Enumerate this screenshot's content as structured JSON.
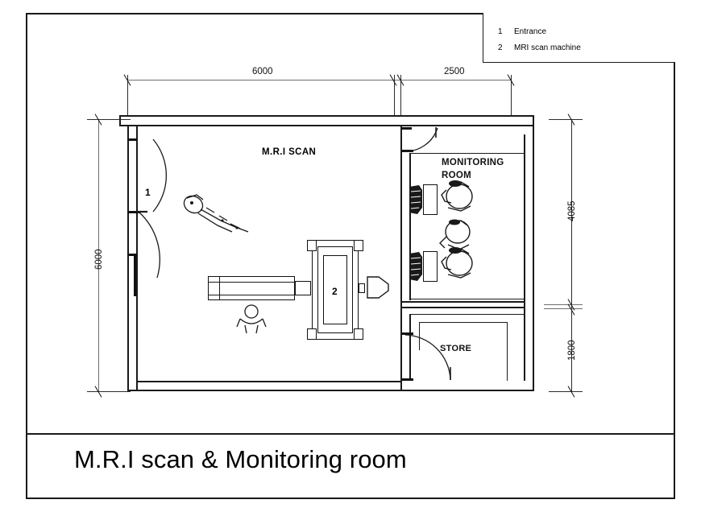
{
  "drawing": {
    "title": "M.R.I scan & Monitoring room",
    "type": "architectural-floor-plan"
  },
  "legend": {
    "items": [
      {
        "num": "1",
        "label": "Entrance"
      },
      {
        "num": "2",
        "label": "MRI scan machine"
      }
    ]
  },
  "dimensions": {
    "top": [
      {
        "value": "6000",
        "span": "m-r-i-scan-room-width"
      },
      {
        "value": "2500",
        "span": "monitoring-and-store-width"
      }
    ],
    "left": [
      {
        "value": "6000",
        "span": "overall-depth"
      }
    ],
    "right": [
      {
        "value": "4085",
        "span": "monitoring-room-depth"
      },
      {
        "value": "1800",
        "span": "store-depth"
      }
    ]
  },
  "rooms": [
    {
      "name": "mri-scan",
      "label": "M.R.I SCAN"
    },
    {
      "name": "monitoring-room",
      "label_line1": "MONITORING",
      "label_line2": "ROOM"
    },
    {
      "name": "store",
      "label": "STORE"
    }
  ],
  "tags": [
    {
      "id": "1",
      "refers_to": "Entrance"
    },
    {
      "id": "2",
      "refers_to": "MRI scan machine"
    }
  ],
  "colors": {
    "line": "#1a1a1a",
    "thin_line": "#2b2b2b",
    "gray_line": "#6e6e6e",
    "background": "#ffffff"
  }
}
